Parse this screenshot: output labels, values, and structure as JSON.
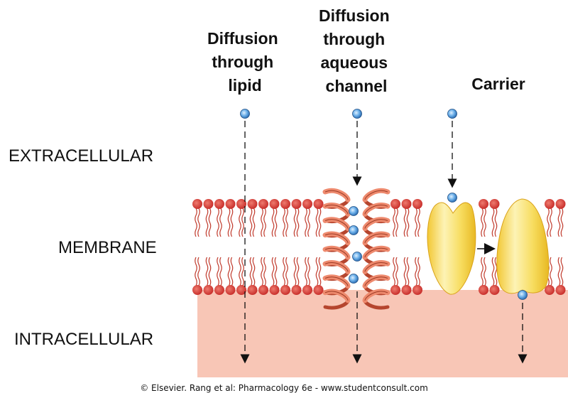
{
  "labels": {
    "extracellular": "EXTRACELLULAR",
    "membrane": "MEMBRANE",
    "intracellular": "INTRACELLULAR"
  },
  "columns": [
    {
      "title_lines": [
        "Diffusion",
        "through",
        "lipid"
      ]
    },
    {
      "title_lines": [
        "Diffusion",
        "through",
        "aqueous",
        "channel"
      ]
    },
    {
      "title_lines": [
        "Carrier"
      ]
    }
  ],
  "credit": "© Elsevier. Rang et al: Pharmacology 6e - www.studentconsult.com",
  "colors": {
    "lipid_head": "#d43f3f",
    "lipid_tail": "#c0392b",
    "intracellular_fill": "#f8c4b4",
    "molecule": "#4a90d9",
    "channel_protein": "#e8745a",
    "carrier": "#f5d442",
    "arrow": "#111111"
  }
}
